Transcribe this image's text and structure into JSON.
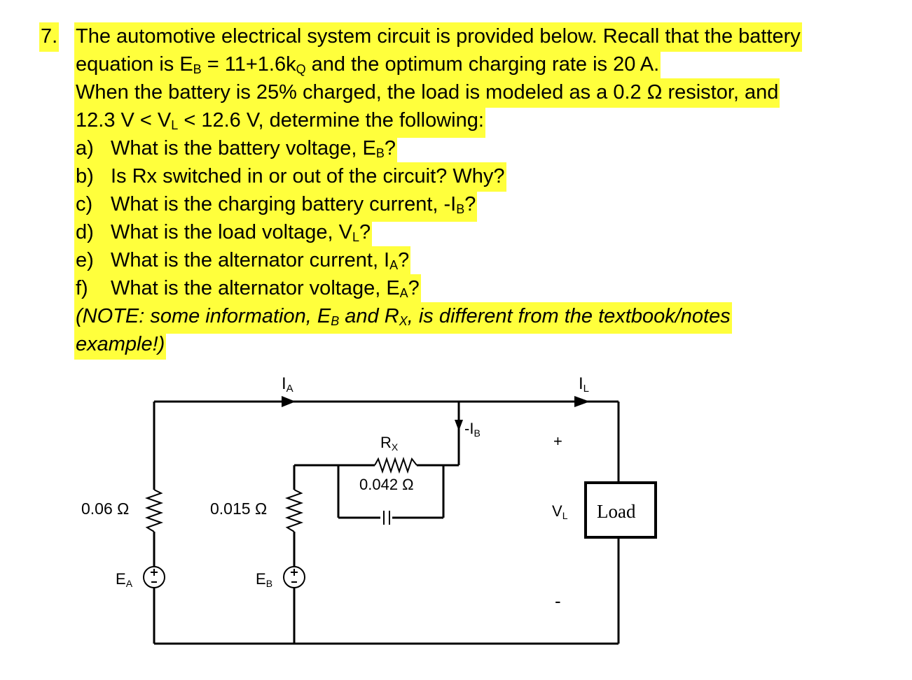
{
  "question": {
    "number": "7.",
    "intro": [
      {
        "t": "The automotive electrical system circuit is provided below. Recall that the battery"
      },
      {
        "t": "equation is E",
        "s": "B",
        "t2": " = 11+1.6k",
        "s2": "Q",
        "t3": " and the optimum charging rate is 20 A."
      },
      {
        "t": "When the battery is 25% charged, the load is modeled as a 0.2 Ω resistor, and"
      },
      {
        "t": "12.3 V < V",
        "s": "L",
        "t2": " < 12.6 V, determine the following:"
      }
    ],
    "items": [
      {
        "letter": "a)",
        "t": "What is the battery voltage, E",
        "s": "B",
        "t2": "?"
      },
      {
        "letter": "b)",
        "t": "Is Rx switched in or out of the circuit? Why?",
        "s": "",
        "t2": ""
      },
      {
        "letter": "c)",
        "t": "What is the charging battery current, -I",
        "s": "B",
        "t2": "?"
      },
      {
        "letter": "d)",
        "t": "What is the load voltage, V",
        "s": "L",
        "t2": "?"
      },
      {
        "letter": "e)",
        "t": "What is the alternator current, I",
        "s": "A",
        "t2": "?"
      },
      {
        "letter": "f)",
        "t": "What is the alternator voltage, E",
        "s": "A",
        "t2": "?"
      }
    ],
    "note_line1": {
      "t": "(NOTE: some information, E",
      "s": "B",
      "t2": " and R",
      "s2": "X",
      "t3": ", is different from the textbook/notes"
    },
    "note_line2": "example!)"
  },
  "circuit": {
    "label_IA_main": "I",
    "label_IA_sub": "A",
    "label_IL_main": "I",
    "label_IL_sub": "L",
    "label_minusIB_main": "-I",
    "label_minusIB_sub": "B",
    "label_Rx_main": "R",
    "label_Rx_sub": "X",
    "label_Rx_value": "0.042 Ω",
    "label_R_alt": "0.06 Ω",
    "label_R_bat": "0.015 Ω",
    "label_EA_main": "E",
    "label_EA_sub": "A",
    "label_EB_main": "E",
    "label_EB_sub": "B",
    "label_plus": "+",
    "label_minus": "-",
    "label_VL_main": "V",
    "label_VL_sub": "L",
    "label_load": "Load"
  }
}
